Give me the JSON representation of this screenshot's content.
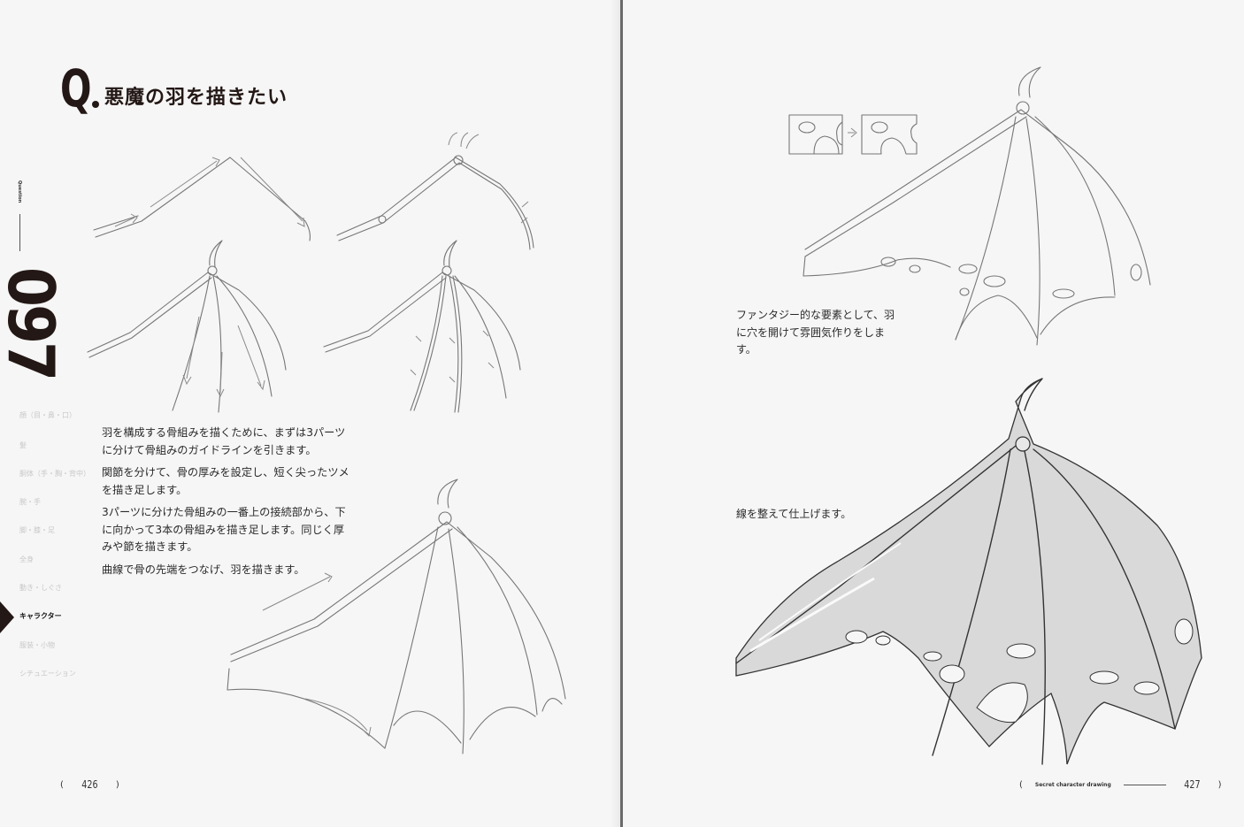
{
  "left_page": {
    "heading": {
      "prefix": "Q",
      "title": "悪魔の羽を描きたい"
    },
    "side_label": "Question",
    "question_number": "097",
    "nav": {
      "items": [
        {
          "label": "顔（目・鼻・口）",
          "active": false
        },
        {
          "label": "髪",
          "active": false
        },
        {
          "label": "胴体（手・胸・背中）",
          "active": false
        },
        {
          "label": "腕・手",
          "active": false
        },
        {
          "label": "脚・膝・足",
          "active": false
        },
        {
          "label": "全身",
          "active": false
        },
        {
          "label": "動き・しぐさ",
          "active": false
        },
        {
          "label": "キャラクター",
          "active": true
        },
        {
          "label": "服装・小物",
          "active": false
        },
        {
          "label": "シチュエーション",
          "active": false
        }
      ]
    },
    "body_paragraphs": [
      "羽を構成する骨組みを描くために、まずは3パーツに分けて骨組みのガイドラインを引きます。",
      "関節を分けて、骨の厚みを設定し、短く尖ったツメを描き足します。",
      "3パーツに分けた骨組みの一番上の接続部から、下に向かって3本の骨組みを描き足します。同じく厚みや節を描きます。",
      "曲線で骨の先端をつなげ、羽を描きます。"
    ],
    "illustrations": [
      {
        "name": "step-1-guidelines",
        "description": "3-part bone guideline with arrows"
      },
      {
        "name": "step-2-joints-claw",
        "description": "joints, thickness and claw"
      },
      {
        "name": "step-3-three-bones",
        "description": "three downward bones with arrows"
      },
      {
        "name": "step-4-bone-nodes",
        "description": "bone thickness and nodes"
      },
      {
        "name": "step-5-membrane",
        "description": "membrane curves connecting bone tips"
      }
    ],
    "folio": {
      "open": "(",
      "page_number": "426",
      "close": ")"
    }
  },
  "right_page": {
    "captions": {
      "holes": "ファンタジー的な要素として、羽に穴を開けて雰囲気作りをします。",
      "finish": "線を整えて仕上げます。"
    },
    "illustrations": [
      {
        "name": "hole-diagram",
        "description": "membrane hole before/after diagram"
      },
      {
        "name": "wing-with-holes",
        "description": "line-art wing with torn holes"
      },
      {
        "name": "finished-wing",
        "description": "finished shaded wing"
      }
    ],
    "folio": {
      "open": "(",
      "book_title": "Secret character drawing",
      "page_number": "427",
      "close": ")"
    }
  },
  "colors": {
    "paper": "#f6f6f6",
    "ink": "#231815",
    "line_art": "#777777",
    "wing_fill": "#d9d9d9",
    "nav_inactive": "#c8c8c8",
    "spine": "#6a6a6a"
  }
}
